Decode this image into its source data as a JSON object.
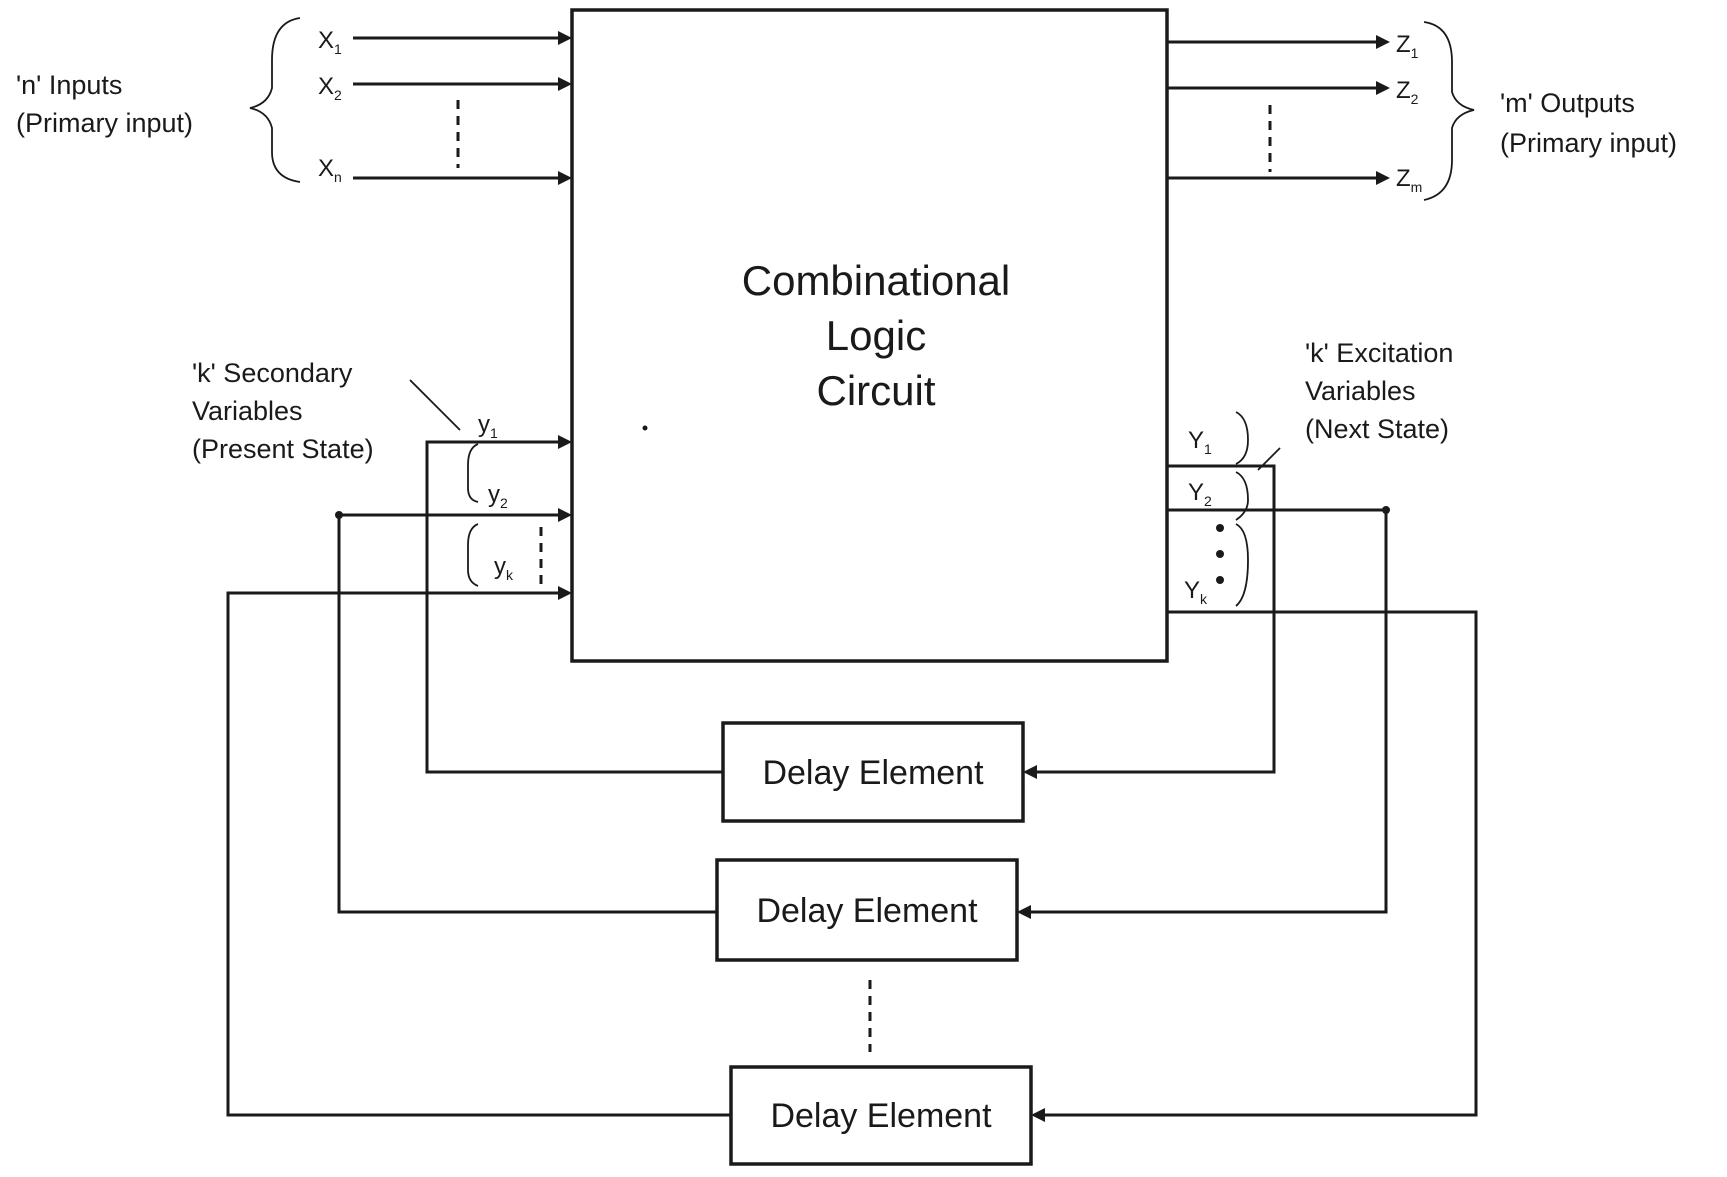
{
  "labels": {
    "inputs_line1": "'n' Inputs",
    "inputs_line2": "(Primary input)",
    "outputs_line1": "'m' Outputs",
    "outputs_line2": "(Primary input)",
    "secondary_line1": "'k' Secondary",
    "secondary_line2": "Variables",
    "secondary_line3": "(Present State)",
    "excitation_line1": "'k' Excitation",
    "excitation_line2": "Variables",
    "excitation_line3": "(Next State)"
  },
  "main_block": {
    "line1": "Combinational",
    "line2": "Logic",
    "line3": "Circuit"
  },
  "inputs": [
    {
      "base": "X",
      "sub": "1"
    },
    {
      "base": "X",
      "sub": "2"
    },
    {
      "base": "X",
      "sub": "n"
    }
  ],
  "outputs": [
    {
      "base": "Z",
      "sub": "1"
    },
    {
      "base": "Z",
      "sub": "2"
    },
    {
      "base": "Z",
      "sub": "m"
    }
  ],
  "secondary": [
    {
      "base": "y",
      "sub": "1"
    },
    {
      "base": "y",
      "sub": "2"
    },
    {
      "base": "y",
      "sub": "k"
    }
  ],
  "excitation": [
    {
      "base": "Y",
      "sub": "1"
    },
    {
      "base": "Y",
      "sub": "2"
    },
    {
      "base": "Y",
      "sub": "k"
    }
  ],
  "delay_elements": [
    {
      "label": "Delay Element"
    },
    {
      "label": "Delay Element"
    },
    {
      "label": "Delay Element"
    }
  ]
}
